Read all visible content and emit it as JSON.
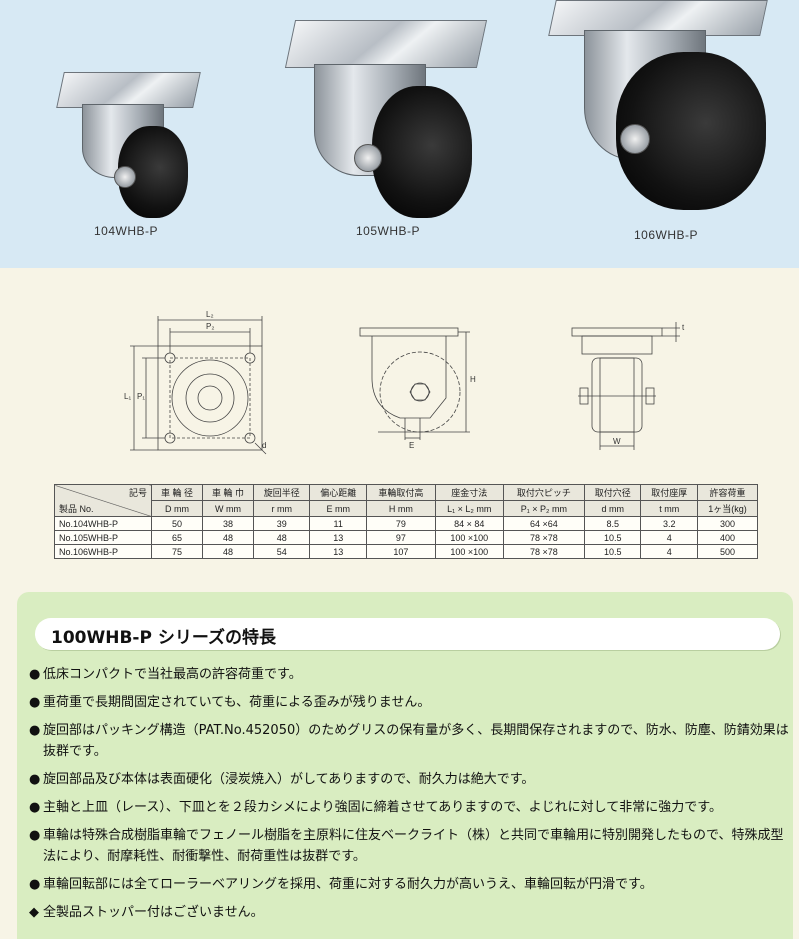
{
  "photos": [
    {
      "caption": "104WHB-P"
    },
    {
      "caption": "105WHB-P"
    },
    {
      "caption": "106WHB-P"
    }
  ],
  "drawing_labels": {
    "l2": "L₂",
    "p2": "P₂",
    "l1": "L₁",
    "p1": "P₁",
    "d": "d",
    "h": "H",
    "e": "E",
    "t": "t",
    "w": "W"
  },
  "table": {
    "header_top": "記号",
    "header_bottom": "製品 No.",
    "columns": [
      {
        "jp": "車 輪 径",
        "unit": "D mm"
      },
      {
        "jp": "車 輪 巾",
        "unit": "W mm"
      },
      {
        "jp": "旋回半径",
        "unit": "r mm"
      },
      {
        "jp": "偏心距離",
        "unit": "E mm"
      },
      {
        "jp": "車輪取付高",
        "unit": "H mm"
      },
      {
        "jp": "座金寸法",
        "unit": "L₁ × L₂ mm"
      },
      {
        "jp": "取付穴ピッチ",
        "unit": "P₁ × P₂ mm"
      },
      {
        "jp": "取付穴径",
        "unit": "d mm"
      },
      {
        "jp": "取付座厚",
        "unit": "t mm"
      },
      {
        "jp": "許容荷重",
        "unit": "1ヶ当(kg)"
      }
    ],
    "rows": [
      {
        "name": "No.104WHB-P",
        "cells": [
          "50",
          "38",
          "39",
          "11",
          "79",
          "84 × 84",
          "64 ×64",
          "8.5",
          "3.2",
          "300"
        ]
      },
      {
        "name": "No.105WHB-P",
        "cells": [
          "65",
          "48",
          "48",
          "13",
          "97",
          "100 ×100",
          "78 ×78",
          "10.5",
          "4",
          "400"
        ]
      },
      {
        "name": "No.106WHB-P",
        "cells": [
          "75",
          "48",
          "54",
          "13",
          "107",
          "100 ×100",
          "78 ×78",
          "10.5",
          "4",
          "500"
        ]
      }
    ]
  },
  "features": {
    "title": "100WHB-P シリーズの特長",
    "items": [
      {
        "mark": "●",
        "text": "低床コンパクトで当社最高の許容荷重です。"
      },
      {
        "mark": "●",
        "text": "重荷重で長期間固定されていても、荷重による歪みが残りません。"
      },
      {
        "mark": "●",
        "text": "旋回部はパッキング構造（PAT.No.452050）のためグリスの保有量が多く、長期間保存されますので、防水、防塵、防錆効果は抜群です。"
      },
      {
        "mark": "●",
        "text": "旋回部品及び本体は表面硬化（浸炭焼入）がしてありますので、耐久力は絶大です。"
      },
      {
        "mark": "●",
        "text": "主軸と上皿（レース）、下皿とを２段カシメにより強固に締着させてありますので、よじれに対して非常に強力です。"
      },
      {
        "mark": "●",
        "text": "車輪は特殊合成樹脂車輪でフェノール樹脂を主原料に住友ベークライト（株）と共同で車輪用に特別開発したもので、特殊成型法により、耐摩耗性、耐衝撃性、耐荷重性は抜群です。"
      },
      {
        "mark": "●",
        "text": "車輪回転部には全てローラーベアリングを採用、荷重に対する耐久力が高いうえ、車輪回転が円滑です。"
      },
      {
        "mark": "◆",
        "text": "全製品ストッパー付はございません。"
      }
    ]
  }
}
